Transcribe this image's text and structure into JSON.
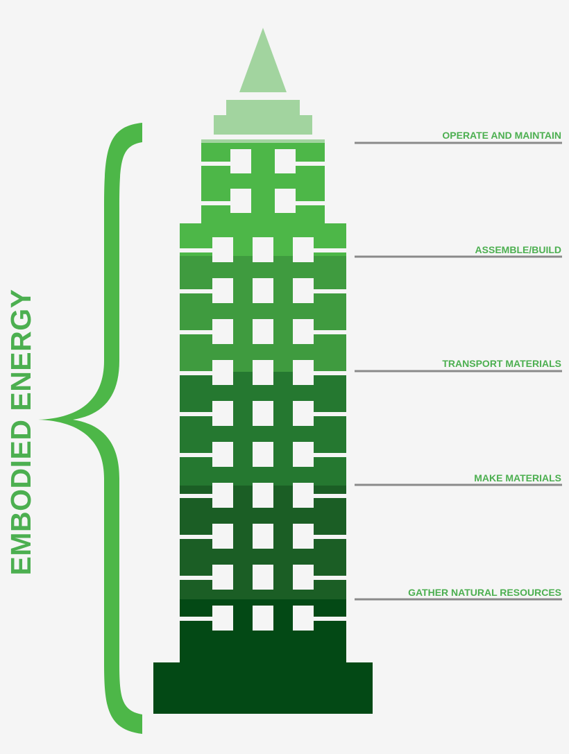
{
  "embodied_label": "EMBODIED ENERGY",
  "stages": [
    {
      "label": "OPERATE AND MAINTAIN",
      "color": "#4db748"
    },
    {
      "label": "ASSEMBLE/BUILD",
      "color": "#3f9b3f"
    },
    {
      "label": "TRANSPORT MATERIALS",
      "color": "#257830"
    },
    {
      "label": "MAKE MATERIALS",
      "color": "#1b5e25"
    },
    {
      "label": "GATHER NATURAL RESOURCES",
      "color": "#034915"
    }
  ],
  "colors": {
    "background": "#f5f5f5",
    "spire": "#a2d49f",
    "brace": "#4db748",
    "label_text": "#4caf50",
    "leader_line": "#8a8a8a"
  }
}
